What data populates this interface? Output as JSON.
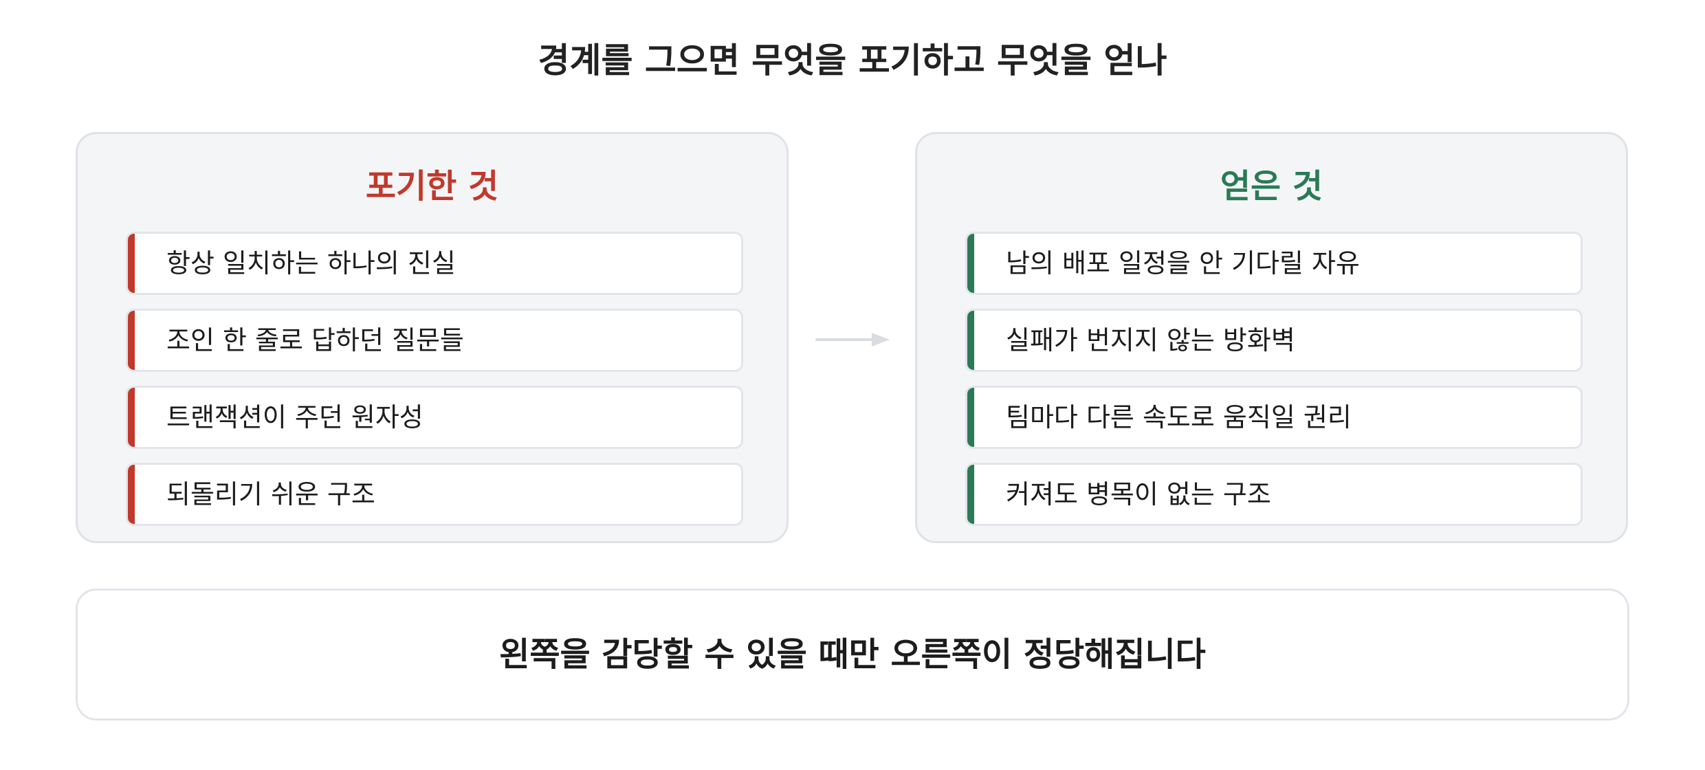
{
  "title": "경계를 그으면 무엇을 포기하고 무엇을 얻나",
  "left_panel": {
    "heading": "포기한 것",
    "accent_color": "#c0392b",
    "items": [
      "항상 일치하는 하나의 진실",
      "조인 한 줄로 답하던 질문들",
      "트랜잭션이 주던 원자성",
      "되돌리기 쉬운 구조"
    ]
  },
  "right_panel": {
    "heading": "얻은 것",
    "accent_color": "#2a7a55",
    "items": [
      "남의 배포 일정을 안 기다릴 자유",
      "실패가 번지지 않는 방화벽",
      "팀마다 다른 속도로 움직일 권리",
      "커져도 병목이 없는 구조"
    ]
  },
  "connector": {
    "icon": "arrow-right-icon",
    "color": "#d9dce0"
  },
  "conclusion": "왼쪽을 감당할 수 있을 때만 오른쪽이 정당해집니다"
}
